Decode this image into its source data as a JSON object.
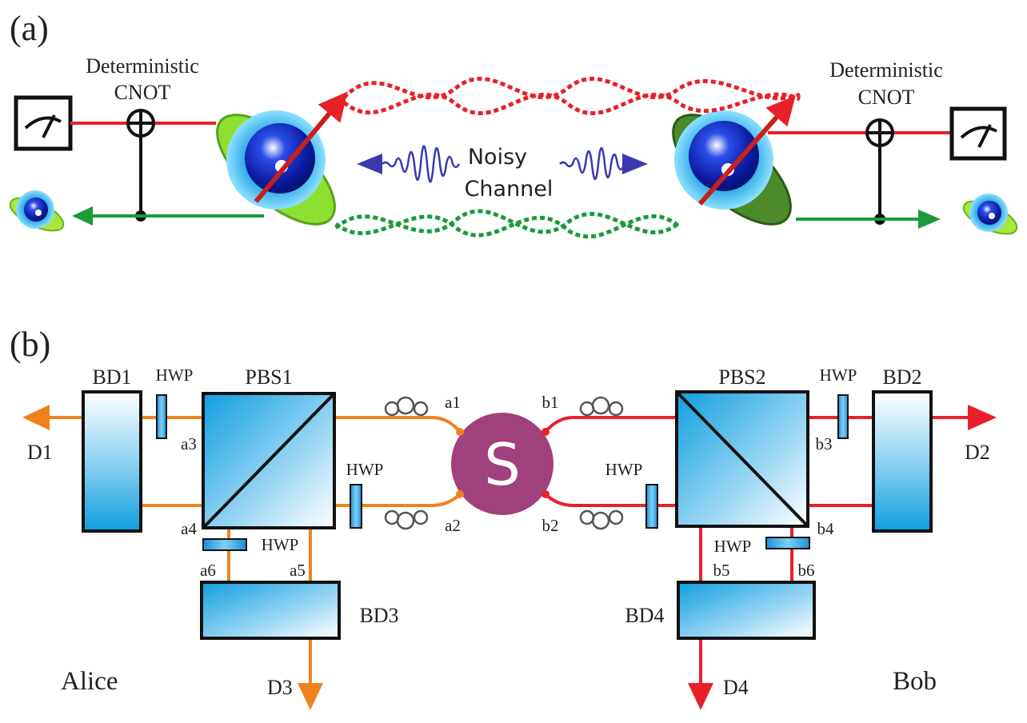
{
  "panel_a": {
    "label": "(a)",
    "cnot_left": {
      "line1": "Deterministic",
      "line2": "CNOT"
    },
    "cnot_right": {
      "line1": "Deterministic",
      "line2": "CNOT"
    },
    "noisy": {
      "line1": "Noisy",
      "line2": "Channel"
    }
  },
  "panel_b": {
    "label": "(b)",
    "source": "S",
    "components": {
      "bd1": "BD1",
      "bd2": "BD2",
      "bd3": "BD3",
      "bd4": "BD4",
      "pbs1": "PBS1",
      "pbs2": "PBS2",
      "hwp": "HWP"
    },
    "ports": {
      "a1": "a1",
      "a2": "a2",
      "a3": "a3",
      "a4": "a4",
      "a5": "a5",
      "a6": "a6",
      "b1": "b1",
      "b2": "b2",
      "b3": "b3",
      "b4": "b4",
      "b5": "b5",
      "b6": "b6"
    },
    "detectors": {
      "d1": "D1",
      "d2": "D2",
      "d3": "D3",
      "d4": "D4"
    },
    "parties": {
      "alice": "Alice",
      "bob": "Bob"
    }
  },
  "colors": {
    "red": "#e8202a",
    "green": "#1a9a3a",
    "orange": "#f0821e",
    "purple": "#a0407c",
    "box_blue": "#1aa0e0",
    "wave_blue": "#3a3ab0"
  }
}
